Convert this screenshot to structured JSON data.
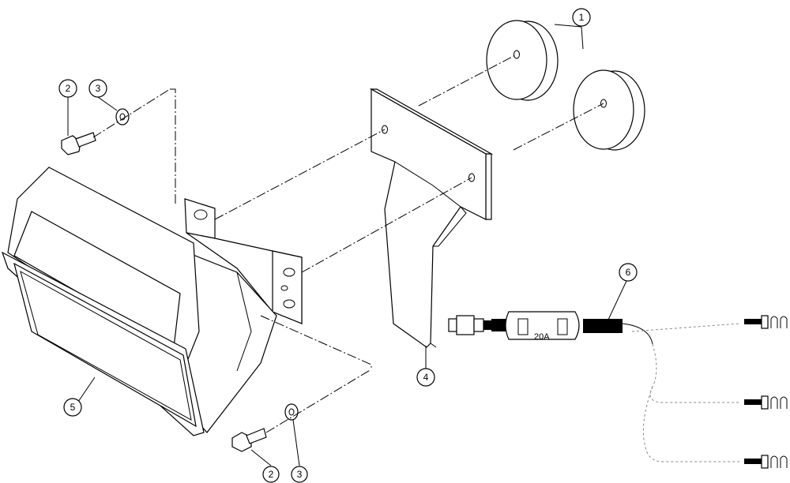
{
  "callouts": [
    {
      "id": "1",
      "label": "1"
    },
    {
      "id": "2a",
      "label": "2"
    },
    {
      "id": "3a",
      "label": "3"
    },
    {
      "id": "4",
      "label": "4"
    },
    {
      "id": "5",
      "label": "5"
    },
    {
      "id": "6",
      "label": "6"
    },
    {
      "id": "2b",
      "label": "2"
    },
    {
      "id": "3b",
      "label": "3"
    }
  ],
  "fuse": {
    "rating": "20A"
  }
}
